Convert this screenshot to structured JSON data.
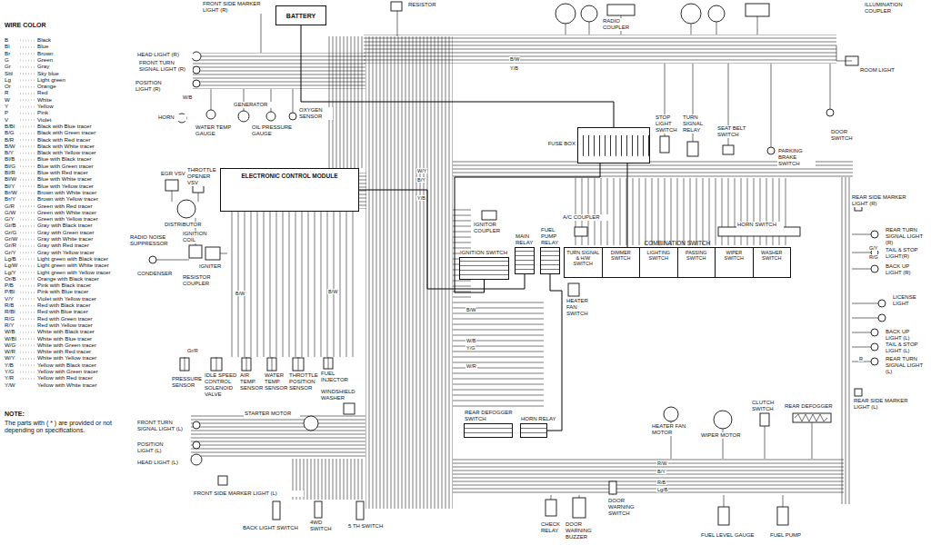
{
  "diagram": {
    "nodes": [
      {
        "text": [
          "BATTERY"
        ]
      },
      {
        "text": [
          "ELECTRONIC CONTROL MODULE"
        ]
      },
      {
        "text": [
          "FUSE BOX"
        ]
      },
      {
        "text": [
          "IGNITION SWITCH"
        ]
      },
      {
        "text": [
          "MAIN RELAY"
        ]
      },
      {
        "text": [
          "FUEL PUMP RELAY"
        ]
      },
      {
        "text": [
          "COMBINATION SWITCH",
          "TURN SIGNAL & H/W SWITCH",
          "DIMMER SWITCH",
          "LIGHTING SWITCH",
          "PASSING SWITCH",
          "WIPER SWITCH",
          "WASHER SWITCH"
        ]
      },
      {
        "text": [
          "REAR DEFOGGER SWITCH"
        ]
      },
      {
        "text": [
          "HORN RELAY"
        ]
      }
    ],
    "edges": [
      {
        "from": 0,
        "to": 2,
        "arrow": "none"
      },
      {
        "from": 1,
        "to": 4,
        "arrow": "none"
      },
      {
        "from": 3,
        "to": 2,
        "arrow": "none"
      },
      {
        "from": 2,
        "to": 6,
        "arrow": "none"
      },
      {
        "from": 5,
        "to": 8,
        "arrow": "none"
      }
    ],
    "labels": [
      "WIRE COLOR",
      "B",
      "Black",
      "Bl",
      "Blue",
      "Br",
      "Brown",
      "G",
      "Green",
      "Gr",
      "Gray",
      "Sbl",
      "Sky blue",
      "Lg",
      "Light green",
      "Or",
      "Orange",
      "R",
      "Red",
      "W",
      "White",
      "Y",
      "Yellow",
      "P",
      "Pink",
      "V",
      "Violet",
      "B/Bl",
      "Black with Blue tracer",
      "B/G",
      "Black with Green tracer",
      "B/R",
      "Black with Red tracer",
      "B/W",
      "Black with White tracer",
      "B/Y",
      "Black with Yellow tracer",
      "Bl/B",
      "Blue with Black tracer",
      "Bl/G",
      "Blue with Green tracer",
      "Bl/R",
      "Blue with Red tracer",
      "Bl/W",
      "Blue with White tracer",
      "Bl/Y",
      "Blue with Yellow tracer",
      "Br/W",
      "Brown with White tracer",
      "Br/Y",
      "Brown with Yellow tracer",
      "G/R",
      "Green with Red tracer",
      "G/W",
      "Green with White tracer",
      "G/Y",
      "Green with Yellow tracer",
      "Gr/B",
      "Gray with Black tracer",
      "Gr/G",
      "Gray with Green tracer",
      "Gr/W",
      "Gray with White tracer",
      "Gr/R",
      "Gray with Red tracer",
      "Gr/Y",
      "Gray with Yellow tracer",
      "Lg/B",
      "Light green with Black tracer",
      "Lg/W",
      "Light green with White tracer",
      "Lg/Y",
      "Light green with Yellow tracer",
      "Or/B",
      "Orange with Black tracer",
      "P/B",
      "Pink with Black tracer",
      "P/Bl",
      "Pink with Blue tracer",
      "V/Y",
      "Violet with Yellow tracer",
      "R/B",
      "Red with Black tracer",
      "R/Bl",
      "Red with Blue tracer",
      "R/G",
      "Red with Green tracer",
      "R/Y",
      "Red with Yellow tracer",
      "W/B",
      "White with Black tracer",
      "W/Bl",
      "White with Blue tracer",
      "W/G",
      "White with Green tracer",
      "W/R",
      "White with Red tracer",
      "W/Y",
      "White with Yellow tracer",
      "Y/B",
      "Yellow with Black tracer",
      "Y/G",
      "Yellow with Green tracer",
      "Y/R",
      "Yellow with Red tracer",
      "Y/W",
      "Yellow with White tracer",
      "NOTE:",
      "The parts with ( * ) are provided or not depending on specifications.",
      "FRONT SIDE MARKER LIGHT (R)",
      "RESISTOR",
      "RADIO COUPLER",
      "ILLUMINATION COUPLER",
      "HEAD LIGHT (R)",
      "FRONT TURN SIGNAL LIGHT (R)",
      "POSITION LIGHT (R)",
      "HORN",
      "WATER TEMP GAUGE",
      "GENERATOR",
      "OIL PRESSURE GAUGE",
      "OXYGEN SENSOR",
      "ROOM LIGHT",
      "DOOR SWITCH",
      "STOP LIGHT SWITCH",
      "TURN SIGNAL RELAY",
      "SEAT BELT SWITCH",
      "PARKING BRAKE SWITCH",
      "EGR VSV",
      "THROTTLE OPENER VSV",
      "DISTRIBUTOR",
      "IGNITION COIL",
      "RADIO NOISE SUPPRESSOR",
      "CONDENSER",
      "IGNITER",
      "RESISTOR COUPLER",
      "IGNITOR COUPLER",
      "A/C COUPLER",
      "HORN SWITCH",
      "HEATER FAN SWITCH",
      "REAR SIDE MARKER LIGHT (R)",
      "REAR TURN SIGNAL LIGHT (R)",
      "TAIL & STOP LIGHT(R)",
      "BACK UP LIGHT (R)",
      "LICENSE LIGHT",
      "BACK UP LIGHT (L)",
      "TAIL & STOP LIGHT (L)",
      "REAR TURN SIGNAL LIGHT (L)",
      "REAR SIDE MARKER LIGHT (L)",
      "PRESSURE SENSOR",
      "IDLE SPEED CONTROL SOLENOID VALVE",
      "AIR TEMP. SENSOR",
      "WATER TEMP. SENSOR",
      "THROTTLE POSITION SENSOR",
      "FUEL INJECTOR",
      "WINDSHIELD WASHER",
      "STARTER MOTOR",
      "FRONT TURN SIGNAL LIGHT (L)",
      "POSITION LIGHT (L)",
      "HEAD LIGHT (L)",
      "FRONT SIDE MARKER LIGHT (L)",
      "BACK LIGHT SWITCH",
      "4WD SWITCH",
      "5 TH SWITCH",
      "HEATER FAN MOTOR",
      "WIPER MOTOR",
      "CLUTCH SWITCH",
      "REAR DEFOGGER",
      "CHECK RELAY",
      "DOOR WARNING BUZZER",
      "DOOR WARNING SWITCH",
      "FUEL LEVEL GAUGE",
      "FUEL PUMP",
      "B/W",
      "Y/B",
      "W/Y",
      "B/Y",
      "Y/B",
      "B/W",
      "W/B",
      "Y/G",
      "W/R",
      "R/W",
      "B/Y",
      "R/B",
      "Lg/B",
      "G/Y",
      "R/G",
      "B/W",
      "R",
      "W/B",
      "B/W",
      "Gr/R"
    ]
  }
}
